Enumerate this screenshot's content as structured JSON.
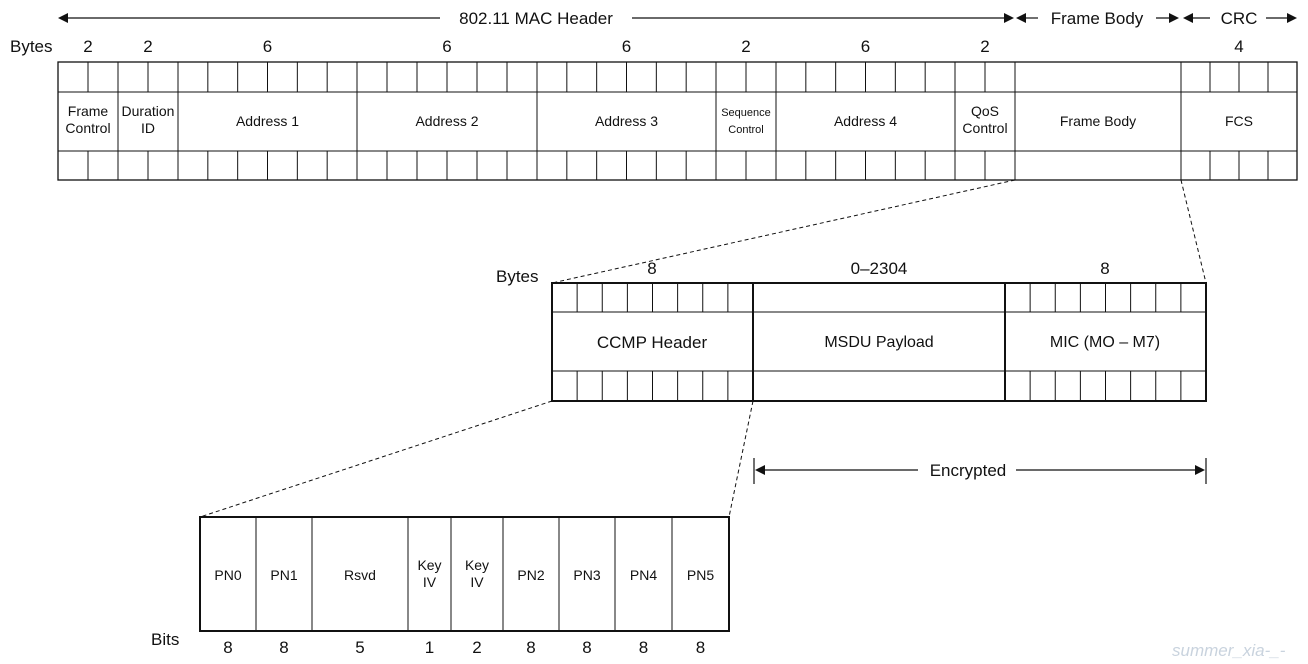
{
  "header": {
    "mac_header_label": "802.11 MAC Header",
    "frame_body_label": "Frame Body",
    "crc_label": "CRC",
    "bytes_label": "Bytes"
  },
  "mac_fields": [
    {
      "line1": "Frame",
      "line2": "Control",
      "bytes": "2"
    },
    {
      "line1": "Duration",
      "line2": "ID",
      "bytes": "2"
    },
    {
      "line1": "Address 1",
      "line2": "",
      "bytes": "6"
    },
    {
      "line1": "Address 2",
      "line2": "",
      "bytes": "6"
    },
    {
      "line1": "Address 3",
      "line2": "",
      "bytes": "6"
    },
    {
      "line1": "Sequence",
      "line2": "Control",
      "bytes": "2"
    },
    {
      "line1": "Address 4",
      "line2": "",
      "bytes": "6"
    },
    {
      "line1": "QoS",
      "line2": "Control",
      "bytes": "2"
    },
    {
      "line1": "Frame Body",
      "line2": "",
      "bytes": ""
    },
    {
      "line1": "FCS",
      "line2": "",
      "bytes": "4"
    }
  ],
  "ccmp_frame": {
    "bytes_label": "Bytes",
    "fields": [
      {
        "label": "CCMP Header",
        "bytes": "8"
      },
      {
        "label": "MSDU Payload",
        "bytes": "0–2304"
      },
      {
        "label": "MIC (MO – M7)",
        "bytes": "8"
      }
    ],
    "encrypted_label": "Encrypted"
  },
  "ccmp_header": {
    "bits_label": "Bits",
    "fields": [
      {
        "line1": "PN0",
        "line2": "",
        "bits": "8"
      },
      {
        "line1": "PN1",
        "line2": "",
        "bits": "8"
      },
      {
        "line1": "Rsvd",
        "line2": "",
        "bits": "5"
      },
      {
        "line1": "Key",
        "line2": "IV",
        "bits": "1"
      },
      {
        "line1": "Key",
        "line2": "IV",
        "bits": "2"
      },
      {
        "line1": "PN2",
        "line2": "",
        "bits": "8"
      },
      {
        "line1": "PN3",
        "line2": "",
        "bits": "8"
      },
      {
        "line1": "PN4",
        "line2": "",
        "bits": "8"
      },
      {
        "line1": "PN5",
        "line2": "",
        "bits": "8"
      }
    ]
  },
  "watermark": "summer_xia-_-"
}
